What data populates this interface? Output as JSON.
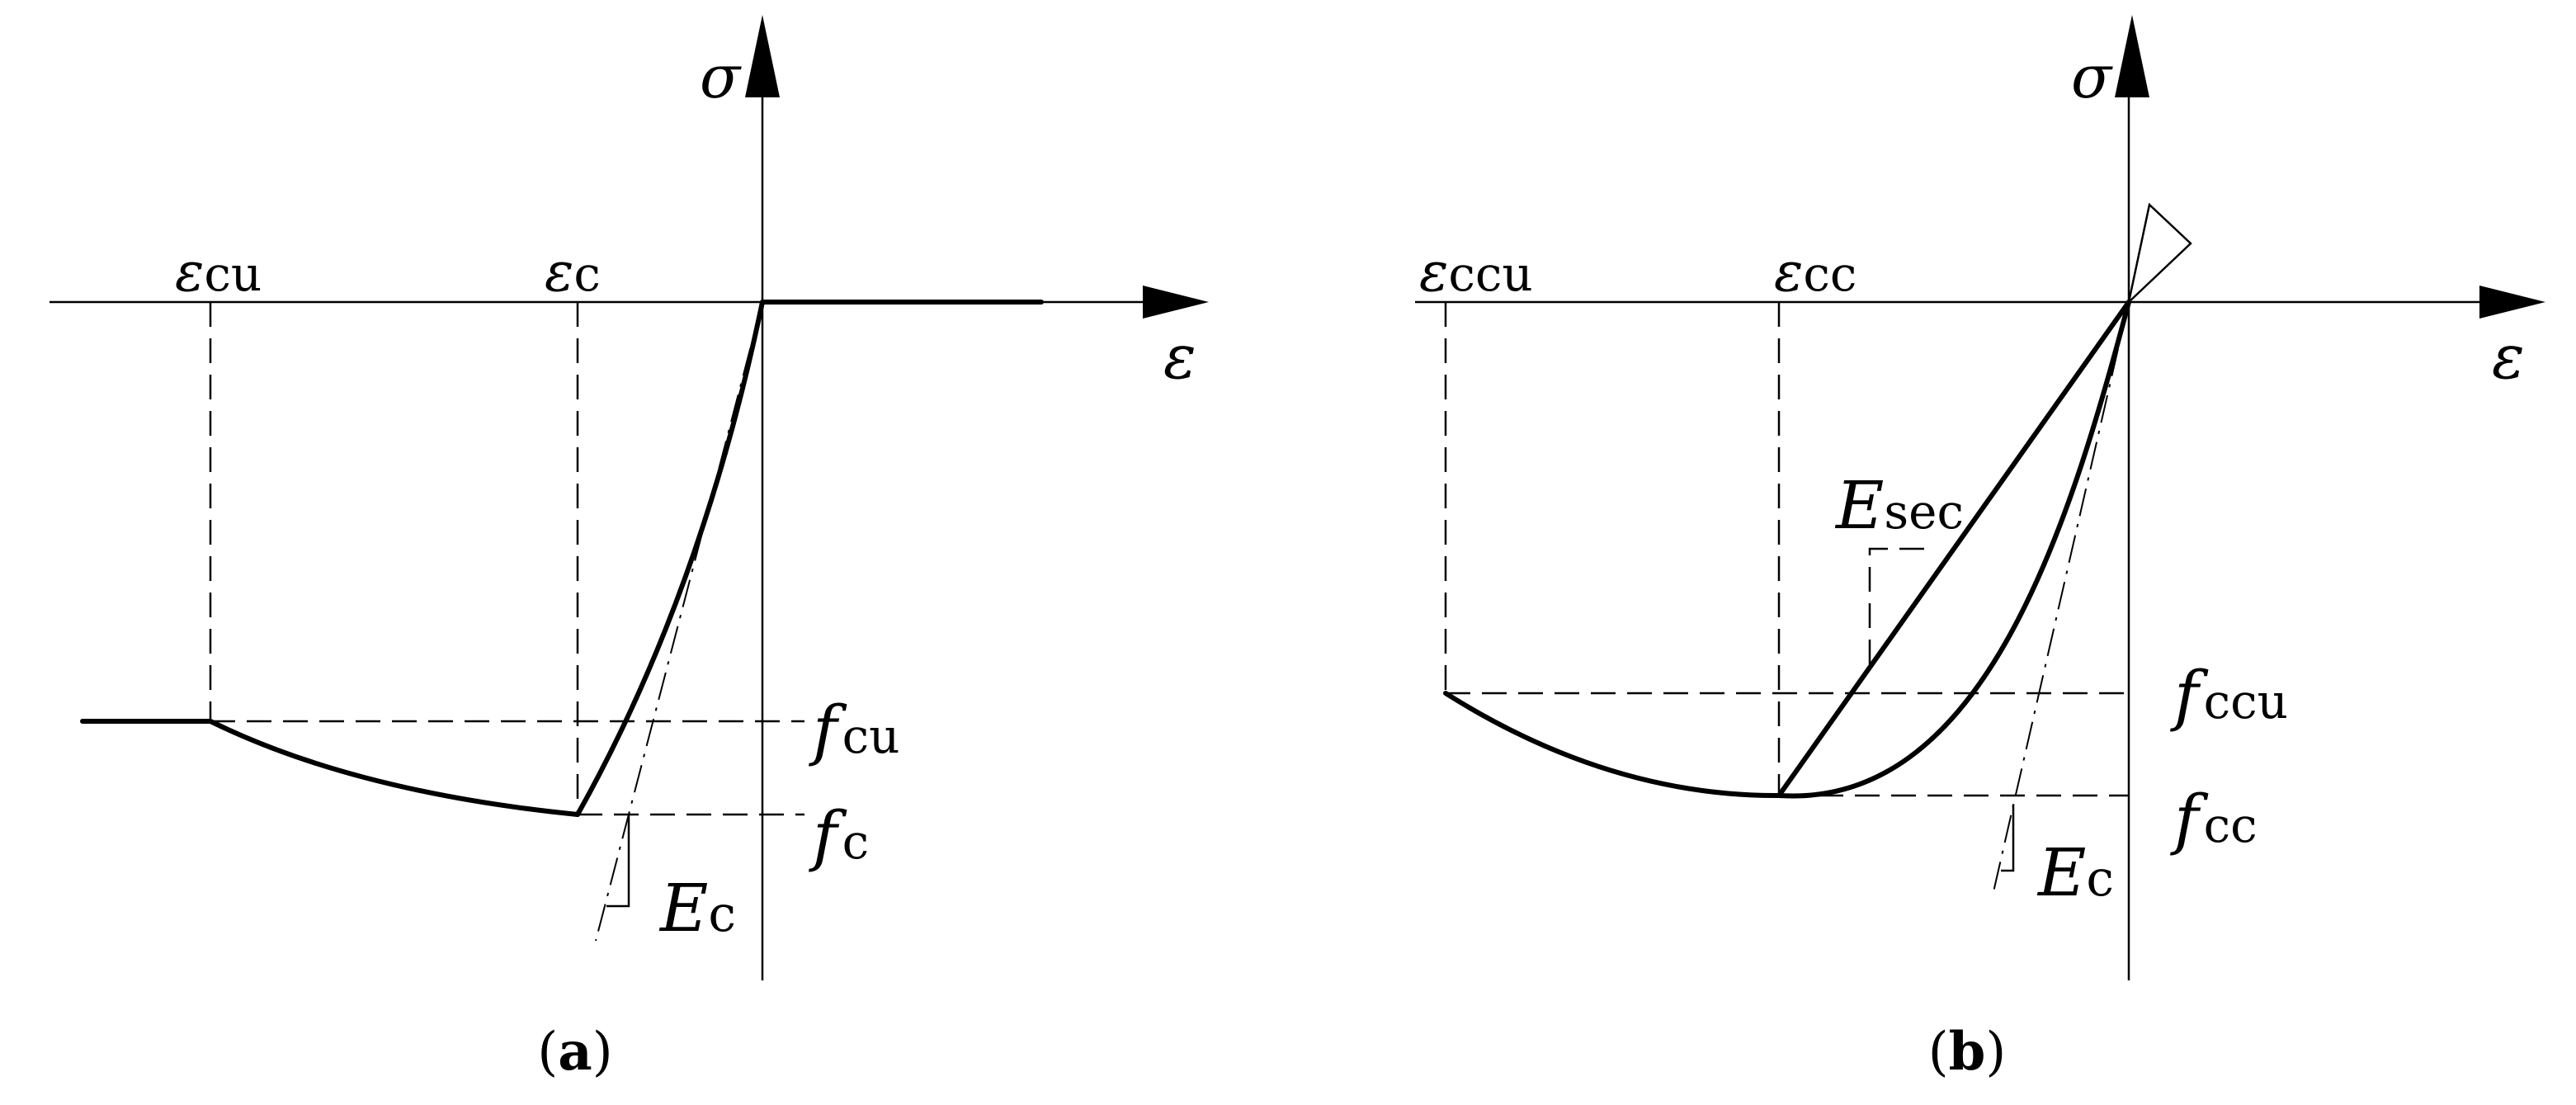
{
  "panels": [
    {
      "id": "a",
      "caption_letter": "a",
      "axis_y": {
        "symbol": "σ"
      },
      "axis_x": {
        "symbol": "ε"
      },
      "strain_labels": [
        {
          "base": "ε",
          "sub": "cu"
        },
        {
          "base": "ε",
          "sub": "c"
        }
      ],
      "stress_labels": [
        {
          "base": "f",
          "sub": "cu"
        },
        {
          "base": "f",
          "sub": "c"
        }
      ],
      "modulus_labels": [
        {
          "base": "E",
          "sub": "c"
        }
      ]
    },
    {
      "id": "b",
      "caption_letter": "b",
      "axis_y": {
        "symbol": "σ"
      },
      "axis_x": {
        "symbol": "ε"
      },
      "strain_labels": [
        {
          "base": "ε",
          "sub": "ccu"
        },
        {
          "base": "ε",
          "sub": "cc"
        }
      ],
      "stress_labels": [
        {
          "base": "f",
          "sub": "ccu"
        },
        {
          "base": "f",
          "sub": "cc"
        }
      ],
      "modulus_labels": [
        {
          "base": "E",
          "sub": "sec"
        },
        {
          "base": "E",
          "sub": "c"
        }
      ]
    }
  ]
}
